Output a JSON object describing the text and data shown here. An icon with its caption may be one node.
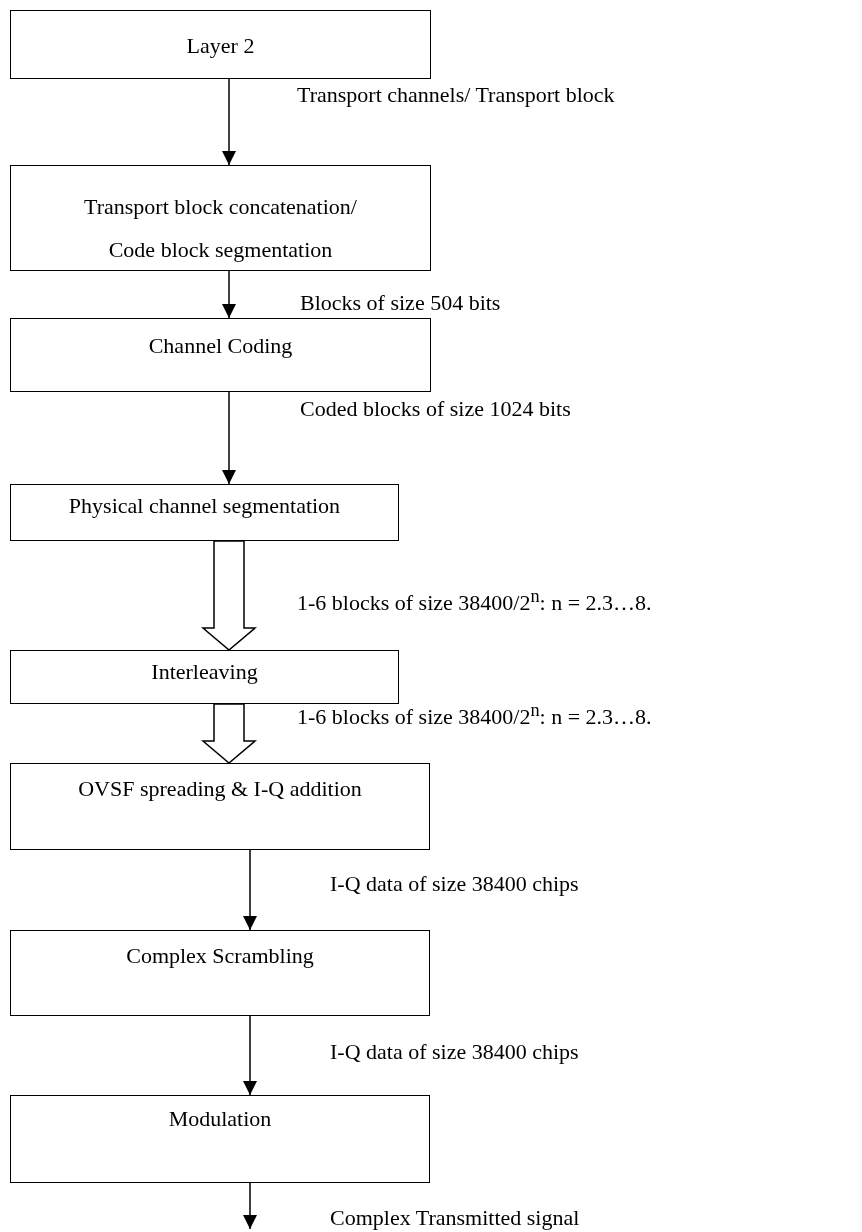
{
  "diagram": {
    "nodes": [
      {
        "text": [
          "Layer 2"
        ]
      },
      {
        "text": [
          "Transport block concatenation/ Code block segmentation"
        ]
      },
      {
        "text": [
          "Channel Coding"
        ]
      },
      {
        "text": [
          "Physical channel segmentation"
        ]
      },
      {
        "text": [
          "Interleaving"
        ]
      },
      {
        "text": [
          "OVSF spreading & I-Q addition"
        ]
      },
      {
        "text": [
          "Complex Scrambling"
        ]
      },
      {
        "text": [
          "Modulation"
        ]
      }
    ],
    "edges": [
      {
        "from": 0,
        "to": 1,
        "arrow": "to",
        "label": "Transport channels/ Transport block"
      },
      {
        "from": 1,
        "to": 2,
        "arrow": "to",
        "label": "Blocks of size 504 bits"
      },
      {
        "from": 2,
        "to": 3,
        "arrow": "to",
        "label": "Coded blocks of size 1024 bits"
      },
      {
        "from": 3,
        "to": 4,
        "arrow": "to",
        "style": "thick",
        "label": "1-6 blocks of size 38400/2$^{n}$: n = 2.3…8."
      },
      {
        "from": 4,
        "to": 5,
        "arrow": "to",
        "style": "thick",
        "label": "1-6 blocks of size 38400/2$^{n}$: n = 2.3…8."
      },
      {
        "from": 5,
        "to": 6,
        "arrow": "to",
        "label": "I-Q data of size 38400 chips"
      },
      {
        "from": 6,
        "to": 7,
        "arrow": "to",
        "label": "I-Q data of size 38400 chips"
      },
      {
        "from": 7,
        "to": null,
        "arrow": "to",
        "label": "Complex Transmitted signal"
      }
    ]
  }
}
